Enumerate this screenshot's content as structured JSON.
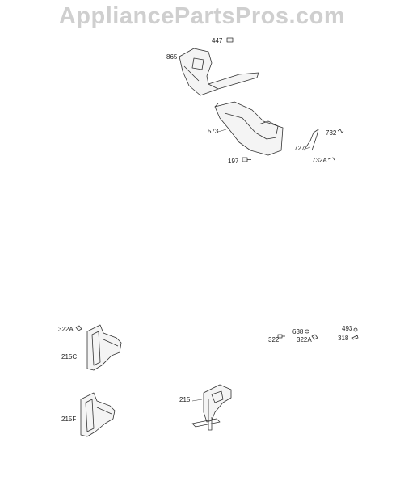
{
  "watermark": "AppliancePartsPros.com",
  "callouts": {
    "p447": "447",
    "p865": "865",
    "p573": "573",
    "p732": "732",
    "p727": "727",
    "p732A": "732A",
    "p197": "197",
    "p322A_left": "322A",
    "p215C": "215C",
    "p215F": "215F",
    "p215": "215",
    "p638": "638",
    "p322": "322",
    "p322A_right": "322A",
    "p493": "493",
    "p318": "318"
  }
}
